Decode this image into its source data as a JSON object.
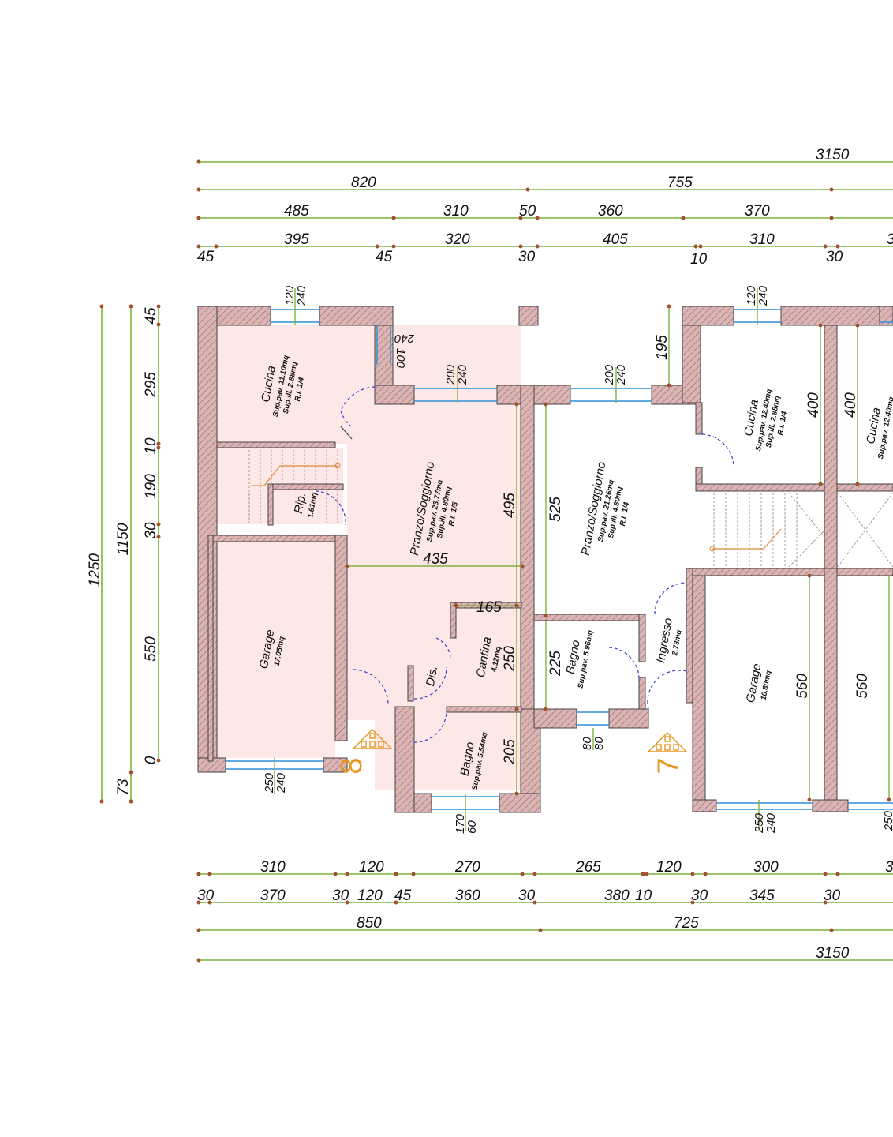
{
  "dims_h": {
    "top_r1": [
      "3150"
    ],
    "top_r2": [
      "820",
      "755"
    ],
    "top_r3": [
      "485",
      "310",
      "50",
      "360",
      "370"
    ],
    "top_r4": [
      "395",
      "320",
      "405",
      "310",
      "3"
    ],
    "top_r4_small": [
      "45",
      "45",
      "30",
      "10",
      "30"
    ],
    "bot_r1": [
      "310",
      "120",
      "270",
      "265",
      "120",
      "300",
      "3"
    ],
    "bot_r2": [
      "30",
      "370",
      "30",
      "120",
      "45",
      "360",
      "30",
      "380",
      "10",
      "30",
      "345",
      "30"
    ],
    "bot_r3": [
      "850",
      "725"
    ],
    "bot_r4": [
      "3150"
    ]
  },
  "dims_v": {
    "left_outer": [
      "1250"
    ],
    "left_mid": [
      "1150",
      "73"
    ],
    "left_inner": [
      "45",
      "295",
      "10",
      "190",
      "30",
      "550",
      "0"
    ]
  },
  "rooms": {
    "cucina1": {
      "name": "Cucina",
      "l1": "Sup.pav. 11.10mq",
      "l2": "Sup.ill. 2.88mq",
      "l3": "R.I. 1/4"
    },
    "rip": {
      "name": "Rip.",
      "l1": "1.61mq"
    },
    "pranzo1": {
      "name": "Pranzo/Soggiorno",
      "l1": "Sup.pav. 23.77mq",
      "l2": "Sup.ill. 4.80mq",
      "l3": "R.I. 1/5"
    },
    "garage1": {
      "name": "Garage",
      "l1": "17.05mq"
    },
    "cantina": {
      "name": "Cantina",
      "l1": "4.12mq"
    },
    "dis": {
      "name": "Dis."
    },
    "bagno1": {
      "name": "Bagno",
      "l1": "Sup.pav. 5.54mq"
    },
    "pranzo2": {
      "name": "Pranzo/Soggiorno",
      "l1": "Sup.pav. 21.26mq",
      "l2": "Sup.ill. 4.80mq",
      "l3": "R.I. 1/4"
    },
    "bagno2": {
      "name": "Bagno",
      "l1": "Sup.pav. 5.96mq"
    },
    "ingresso": {
      "name": "Ingresso",
      "l1": "2.73mq"
    },
    "cucina2": {
      "name": "Cucina",
      "l1": "Sup.pav. 12.40mq",
      "l2": "Sup.ill. 2.88mq",
      "l3": "R.I. 1/4"
    },
    "cucina3": {
      "name": "Cucina",
      "l1": "Sup.pav. 12.40mq"
    },
    "garage2": {
      "name": "Garage",
      "l1": "16.80mq"
    }
  },
  "inner_dims": {
    "d495": "495",
    "d435": "435",
    "d165": "165",
    "d250": "250",
    "d205": "205",
    "d525": "525",
    "d225": "225",
    "d195": "195",
    "d400a": "400",
    "d400b": "400",
    "d560a": "560",
    "d560b": "560"
  },
  "openings": {
    "w1": [
      "120",
      "240"
    ],
    "w2": [
      "100",
      "240"
    ],
    "w3": [
      "200",
      "240"
    ],
    "w4": [
      "200",
      "240"
    ],
    "w5": [
      "120",
      "240"
    ],
    "w6": [
      "250",
      "240"
    ],
    "w7": [
      "170",
      "60"
    ],
    "w8": [
      "80",
      "80"
    ],
    "w9": [
      "250",
      "240"
    ],
    "w10": [
      "250"
    ]
  },
  "units": {
    "u8": "8",
    "u7": "7"
  },
  "colors": {
    "dim_line": "#7fb43a",
    "wall_fill": "#d6a8a8",
    "wall_stroke": "#444444",
    "room_fill": "#fde7e7",
    "door": "#3a3ad0",
    "window": "#2f8fd8",
    "unit_mark": "#e8951f"
  }
}
